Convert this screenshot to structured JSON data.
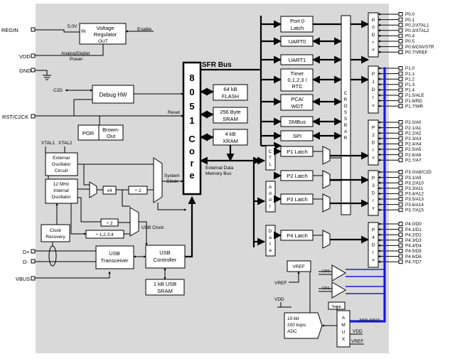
{
  "pins_left": [
    "REGIN",
    "VDD",
    "GND",
    "RST/C2CK",
    "D+",
    "D-",
    "VBUS"
  ],
  "labels": {
    "v50": "5.0V",
    "in": "IN",
    "enable": "Enable",
    "analog_digital": "Analog/Digital",
    "power": "Power",
    "c2d": "C2D",
    "reset": "Reset",
    "xtal1": "XTAL1",
    "xtal2": "XTAL2",
    "system_clock": "System",
    "system_clock2": "Clock",
    "usb_clock": "USB Clock",
    "sfr_bus": "SFR Bus",
    "ext_mem_bus1": "External Data",
    "ext_mem_bus2": "Memory Bus",
    "cp0": "CP0",
    "cp1": "CP1",
    "vref_in": "VREF",
    "vdd_adc": "VDD",
    "ain": "AIN0-AIN15",
    "amux_vdd": "VDD",
    "amux_vref": "VREF"
  },
  "blocks": {
    "vreg1": "Voltage",
    "vreg2": "Regulator",
    "vreg_out": "OUT",
    "debug": "Debug HW",
    "por": "POR",
    "brownout1": "Brown-",
    "brownout2": "Out",
    "ext_osc1": "External",
    "ext_osc2": "Oscillator",
    "ext_osc3": "Circuit",
    "int_osc1": "12 MHz",
    "int_osc2": "Internal",
    "int_osc3": "Oscillator",
    "x4": "x4",
    "div2a": "÷ 2",
    "div2b": "÷ 2",
    "div1234": "÷ 1,2,3,4",
    "clock_rec1": "Clock",
    "clock_rec2": "Recovery",
    "usb_xcvr1": "USB",
    "usb_xcvr2": "Transceiver",
    "usb_ctrl1": "USB",
    "usb_ctrl2": "Controller",
    "usb_sram1": "1 kB USB",
    "usb_sram2": "SRAM",
    "core_chars": [
      "8",
      "0",
      "5",
      "1",
      "C",
      "o",
      "r",
      "e"
    ],
    "flash1": "64 kB",
    "flash2": "FLASH",
    "sram1": "256 Byte",
    "sram2": "SRAM",
    "xram1": "4 kB",
    "xram2": "XRAM",
    "port0_latch1": "Port 0",
    "port0_latch2": "Latch",
    "uart0": "UART0",
    "uart1": "UART1",
    "timer1": "Timer",
    "timer2": "0,1,2,3 /",
    "timer3": "RTC",
    "pca1": "PCA/",
    "pca2": "WDT",
    "smbus": "SMBus",
    "spi": "SPI",
    "crossbar": [
      "C",
      "R",
      "O",
      "S",
      "S",
      "B",
      "A",
      "R"
    ],
    "ctl": [
      "C",
      "T",
      "L"
    ],
    "addr": [
      "A",
      "d",
      "d",
      "r"
    ],
    "data": [
      "D",
      "a",
      "t",
      "a"
    ],
    "p1_latch": "P1 Latch",
    "p2_latch": "P2 Latch",
    "p3_latch": "P3 Latch",
    "p4_latch": "P4 Latch",
    "vref_block": "VREF",
    "adc1": "10-bit",
    "adc2": "200 ksps",
    "adc3": "ADC",
    "temp": "Temp",
    "amux": [
      "A",
      "M",
      "U",
      "X"
    ]
  },
  "drivers": [
    {
      "chars": [
        "P",
        "0",
        "D",
        "r",
        "v"
      ]
    },
    {
      "chars": [
        "P",
        "1",
        "D",
        "r",
        "v"
      ]
    },
    {
      "chars": [
        "P",
        "2",
        "D",
        "r",
        "v"
      ]
    },
    {
      "chars": [
        "P",
        "3",
        "D",
        "r",
        "v"
      ]
    },
    {
      "chars": [
        "P",
        "4",
        "D",
        "r",
        "v"
      ]
    }
  ],
  "port_pins": [
    [
      "P0.0",
      "P0.1",
      "P0.2/XTAL1",
      "P0.3/XTAL2",
      "P0.4",
      "P0.5",
      "P0.6/CNVSTR",
      "P0.7/VREF"
    ],
    [
      "P1.0",
      "P1.1",
      "P1.2",
      "P1.3",
      "P1.4",
      "P1.5/ALE",
      "P1.6/RD",
      "P1.7/WR"
    ],
    [
      "P2.0/A0",
      "P2.1/A1",
      "P2.2/A2",
      "P2.3/A3",
      "P2.4/A4",
      "P2.5/A5",
      "P2.6/A6",
      "P2.7/A7"
    ],
    [
      "P3.0/A8/C2D",
      "P3.1/A9",
      "P3.2/A10",
      "P3.3/A11",
      "P3.4/A12",
      "P3.5/A13",
      "P3.6/A14",
      "P3.7/A15"
    ],
    [
      "P4.0/D0",
      "P4.1/D1",
      "P4.2/D2",
      "P4.3/D3",
      "P4.4/D4",
      "P4.5/D5",
      "P4.6/D6",
      "P4.7/D7"
    ]
  ]
}
